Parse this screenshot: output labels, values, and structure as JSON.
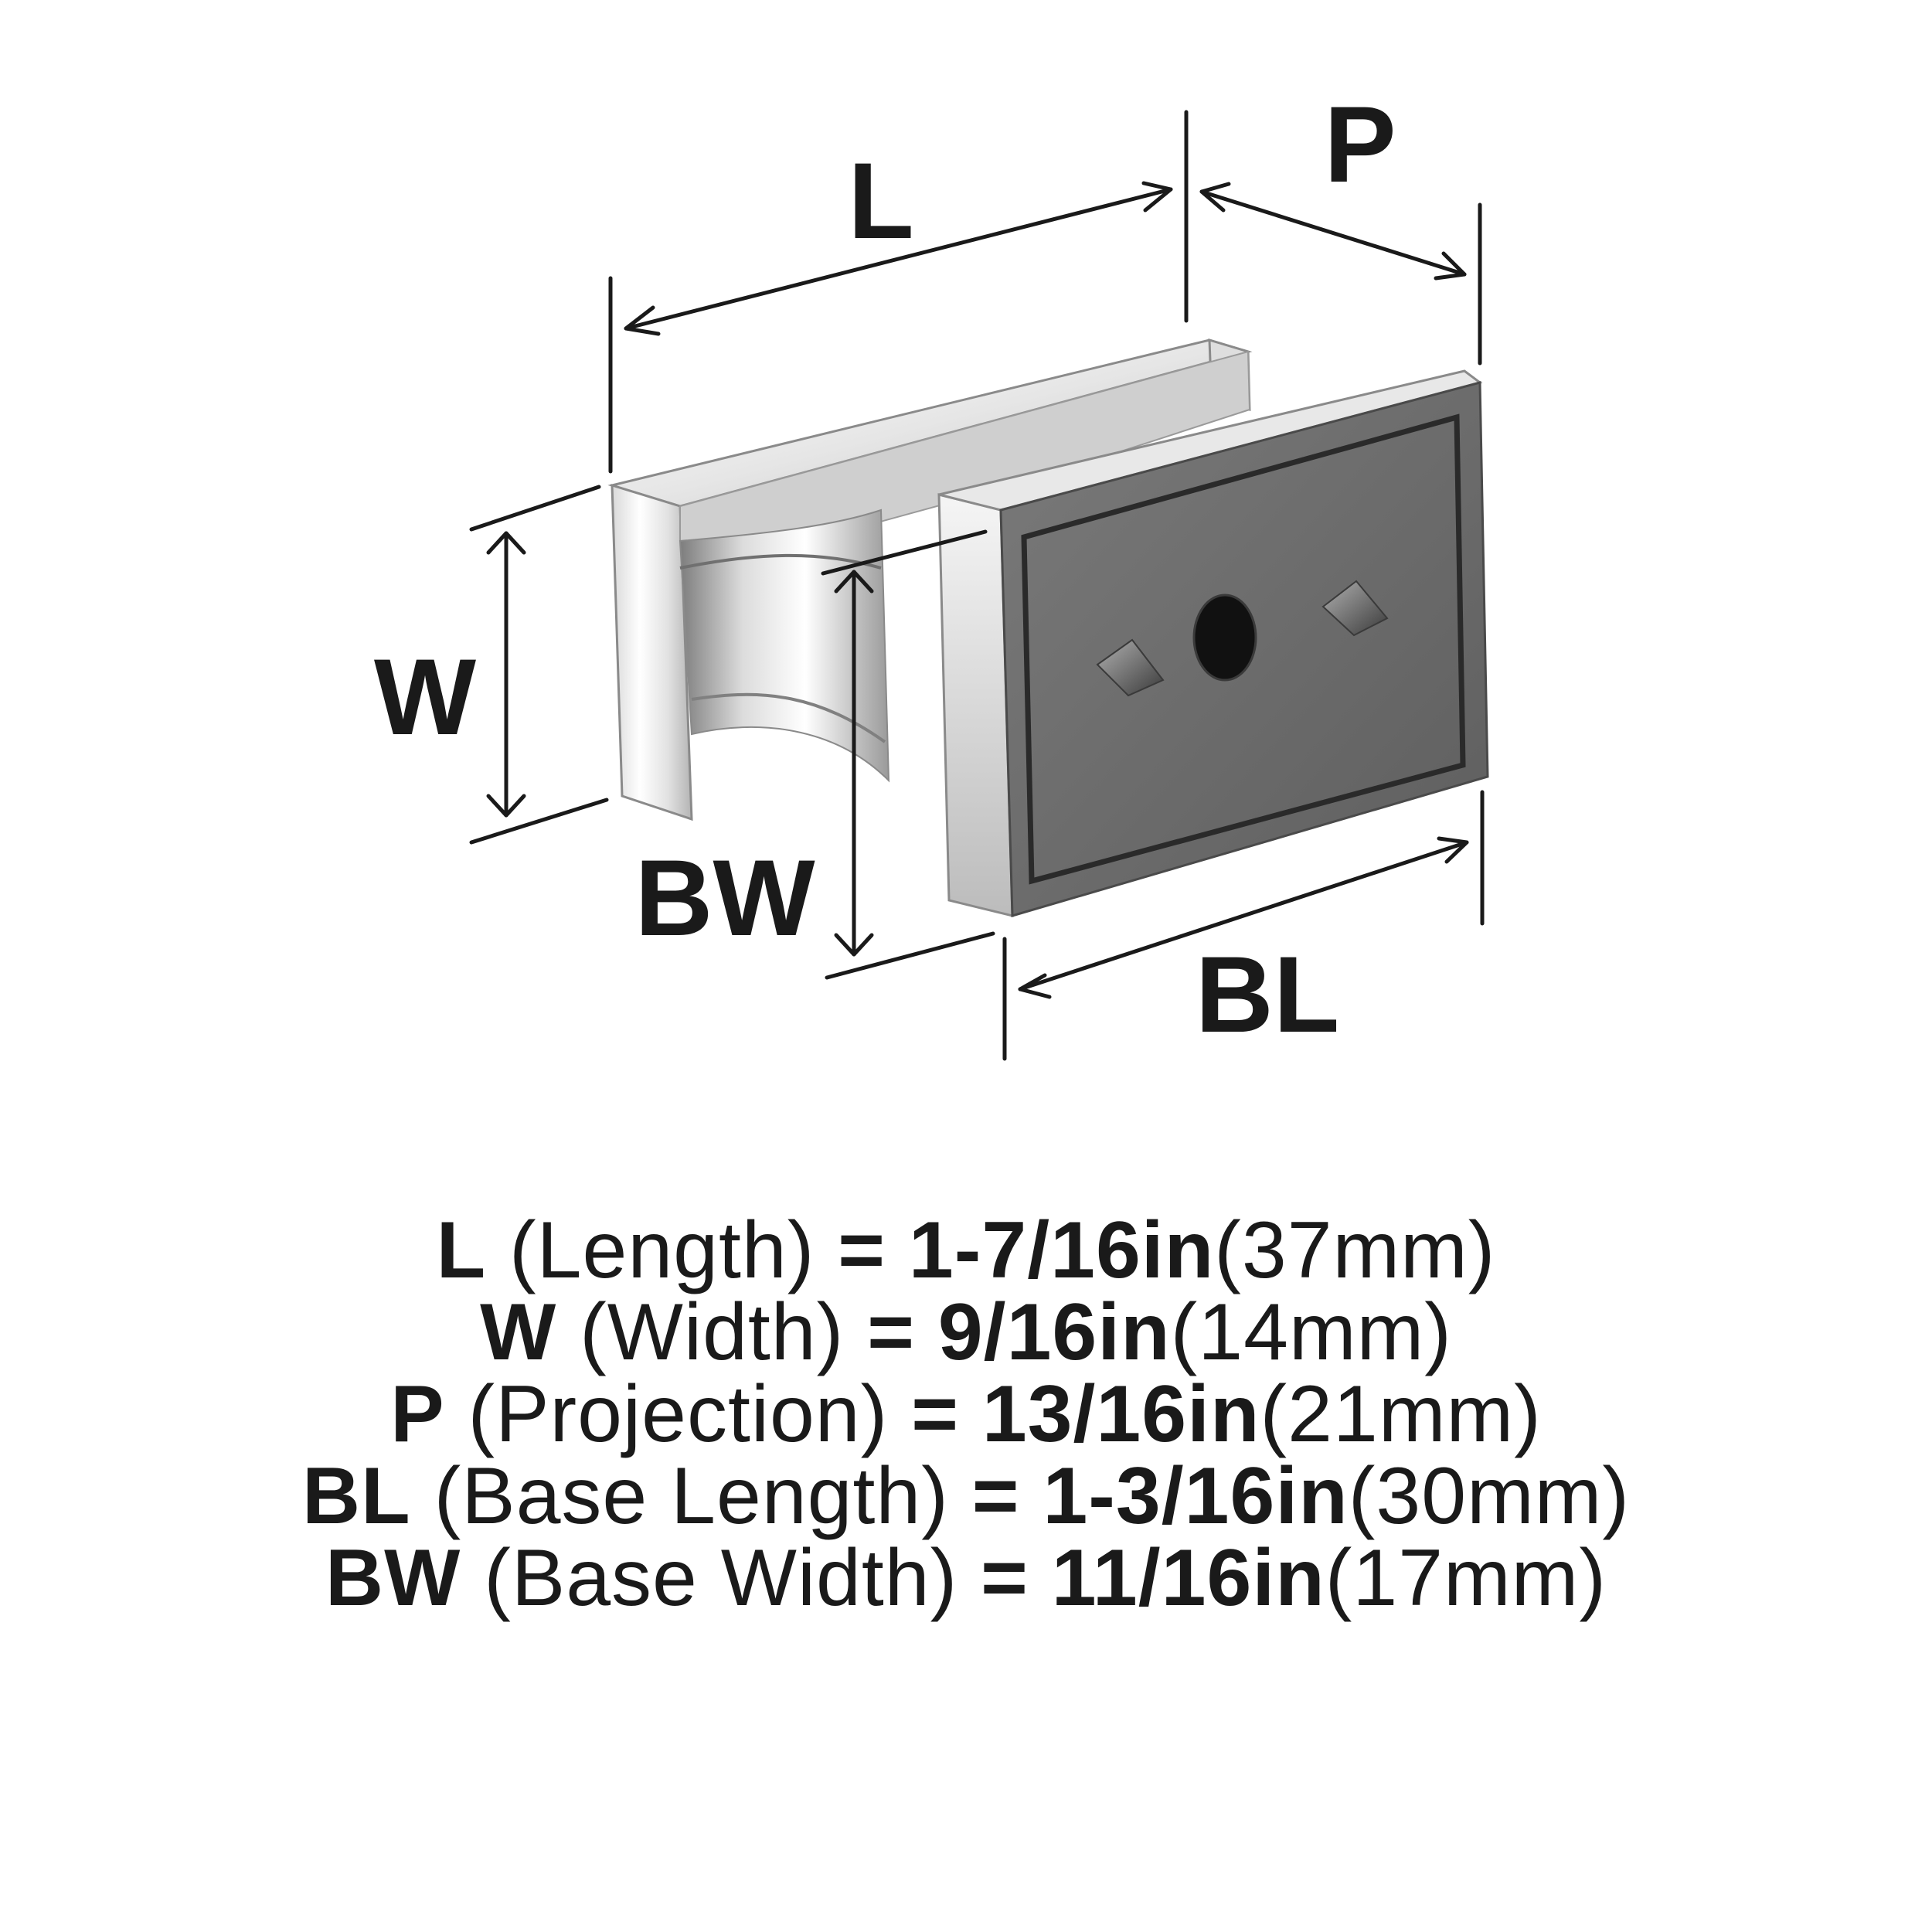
{
  "diagram": {
    "labels": {
      "length": "L",
      "projection": "P",
      "width": "W",
      "base_width": "BW",
      "base_length": "BL"
    },
    "colors": {
      "line": "#1a1a1a",
      "chrome_light": "#f2f2f2",
      "chrome_mid": "#c8c8c8",
      "chrome_dark": "#8a8a8a",
      "base_gray": "#707070",
      "base_dark": "#545454",
      "hole": "#111111"
    }
  },
  "specs": [
    {
      "abbr": "L",
      "name": "(Length)",
      "eq": "=",
      "imperial": "1-7/16in",
      "metric": "(37mm)"
    },
    {
      "abbr": "W",
      "name": "(Width)",
      "eq": "=",
      "imperial": "9/16in",
      "metric": "(14mm)"
    },
    {
      "abbr": "P",
      "name": "(Projection)",
      "eq": "=",
      "imperial": "13/16in",
      "metric": "(21mm)"
    },
    {
      "abbr": "BL",
      "name": "(Base Length)",
      "eq": "=",
      "imperial": "1-3/16in",
      "metric": "(30mm)"
    },
    {
      "abbr": "BW",
      "name": "(Base Width)",
      "eq": "=",
      "imperial": "11/16in",
      "metric": "(17mm)"
    }
  ]
}
